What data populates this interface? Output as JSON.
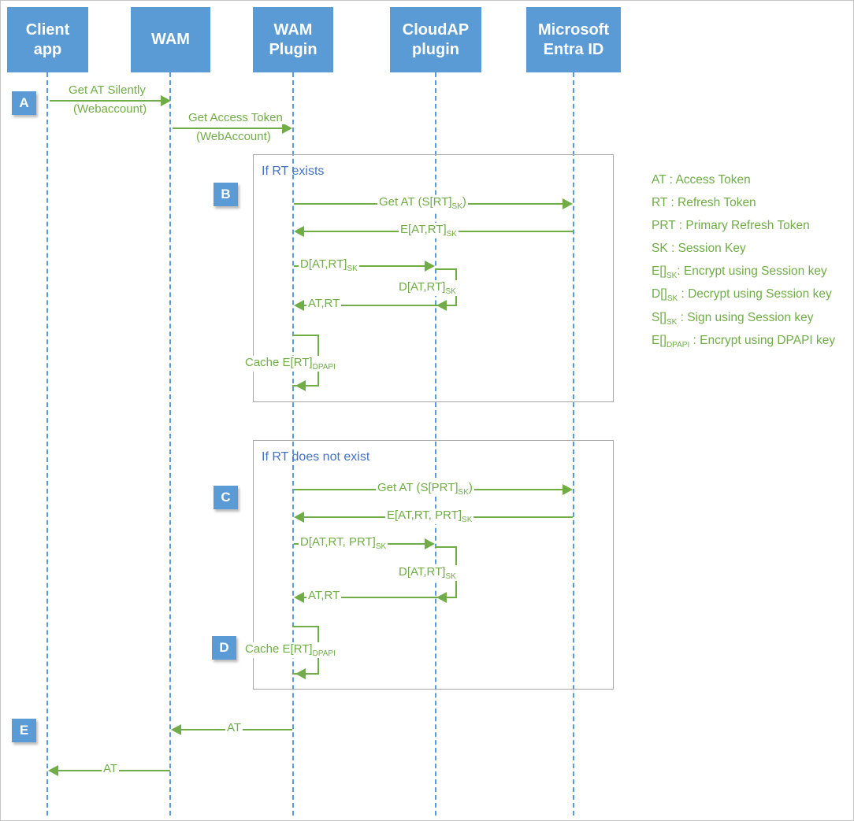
{
  "colors": {
    "actor_blue": "#5B9BD5",
    "message_green": "#70AD47",
    "fragment_label_blue": "#4472C4",
    "fragment_border_gray": "#A6A6A6"
  },
  "actors": [
    {
      "label": "Client\napp"
    },
    {
      "label": "WAM"
    },
    {
      "label": "WAM\nPlugin"
    },
    {
      "label": "CloudAP\nplugin"
    },
    {
      "label": "Microsoft\nEntra ID"
    }
  ],
  "markers": [
    "A",
    "B",
    "C",
    "D",
    "E"
  ],
  "fragments": [
    {
      "label": "If RT exists"
    },
    {
      "label": "If RT does not exist"
    }
  ],
  "messages": {
    "get_at_silently_line1": "Get AT Silently",
    "get_at_silently_line2": "(Webaccount)",
    "get_access_token_line1": "Get Access Token",
    "get_access_token_line2": "(WebAccount)",
    "b_get_at": {
      "pre": "Get AT (S[RT]",
      "sub": "SK",
      "post": ")"
    },
    "b_e_at_rt": {
      "pre": "E[AT,RT]",
      "sub": "SK",
      "post": ""
    },
    "b_d_at_rt": {
      "pre": "D[AT,RT]",
      "sub": "SK",
      "post": ""
    },
    "b_d_at_rt_self": {
      "pre": "D[AT,RT]",
      "sub": "SK",
      "post": ""
    },
    "b_at_rt": "AT,RT",
    "b_cache": {
      "pre": "Cache E[RT]",
      "sub": "DPAPI",
      "post": ""
    },
    "c_get_at": {
      "pre": "Get AT (S[PRT]",
      "sub": "SK",
      "post": ")"
    },
    "c_e_at_rt_prt": {
      "pre": "E[AT,RT, PRT]",
      "sub": "SK",
      "post": ""
    },
    "c_d_at_rt_prt": {
      "pre": "D[AT,RT, PRT]",
      "sub": "SK",
      "post": ""
    },
    "c_d_at_rt_self": {
      "pre": "D[AT,RT]",
      "sub": "SK",
      "post": ""
    },
    "c_at_rt": "AT,RT",
    "c_cache": {
      "pre": "Cache E[RT]",
      "sub": "DPAPI",
      "post": ""
    },
    "return_at_wam": "AT",
    "return_at_client": "AT"
  },
  "legend": [
    {
      "pre": "AT : Access Token",
      "sub": "",
      "post": ""
    },
    {
      "pre": "RT : Refresh Token",
      "sub": "",
      "post": ""
    },
    {
      "pre": "PRT : Primary Refresh Token",
      "sub": "",
      "post": ""
    },
    {
      "pre": "SK : Session Key",
      "sub": "",
      "post": ""
    },
    {
      "pre": "E[]",
      "sub": "SK",
      "post": ": Encrypt using Session key"
    },
    {
      "pre": "D[]",
      "sub": "SK",
      "post": " : Decrypt using Session key"
    },
    {
      "pre": "S[]",
      "sub": "SK",
      "post": " : Sign using Session key"
    },
    {
      "pre": "E[]",
      "sub": "DPAPI",
      "post": " : Encrypt using DPAPI key"
    }
  ]
}
